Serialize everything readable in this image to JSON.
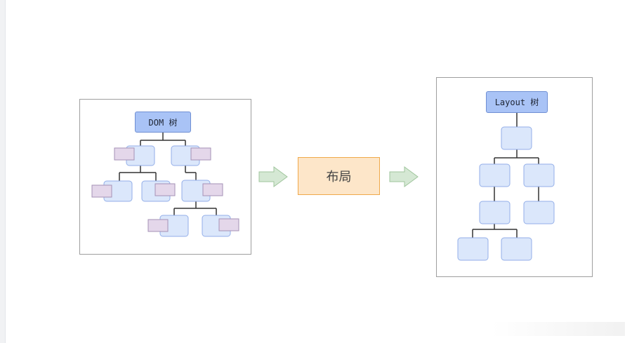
{
  "dom_tree": {
    "root_label": "DOM 树"
  },
  "process": {
    "label": "布局"
  },
  "layout_tree": {
    "root_label": "Layout 树"
  },
  "colors": {
    "tree_node_fill": "#dbe7fb",
    "tree_node_stroke": "#93aee8",
    "root_node_fill": "#a9c3f6",
    "style_tag_fill": "#e4d7ea",
    "style_tag_stroke": "#a592b6",
    "process_fill": "#fde6c9",
    "process_stroke": "#f0a94a",
    "arrow_fill": "#d5e8d4",
    "arrow_stroke": "#9fc59c"
  }
}
